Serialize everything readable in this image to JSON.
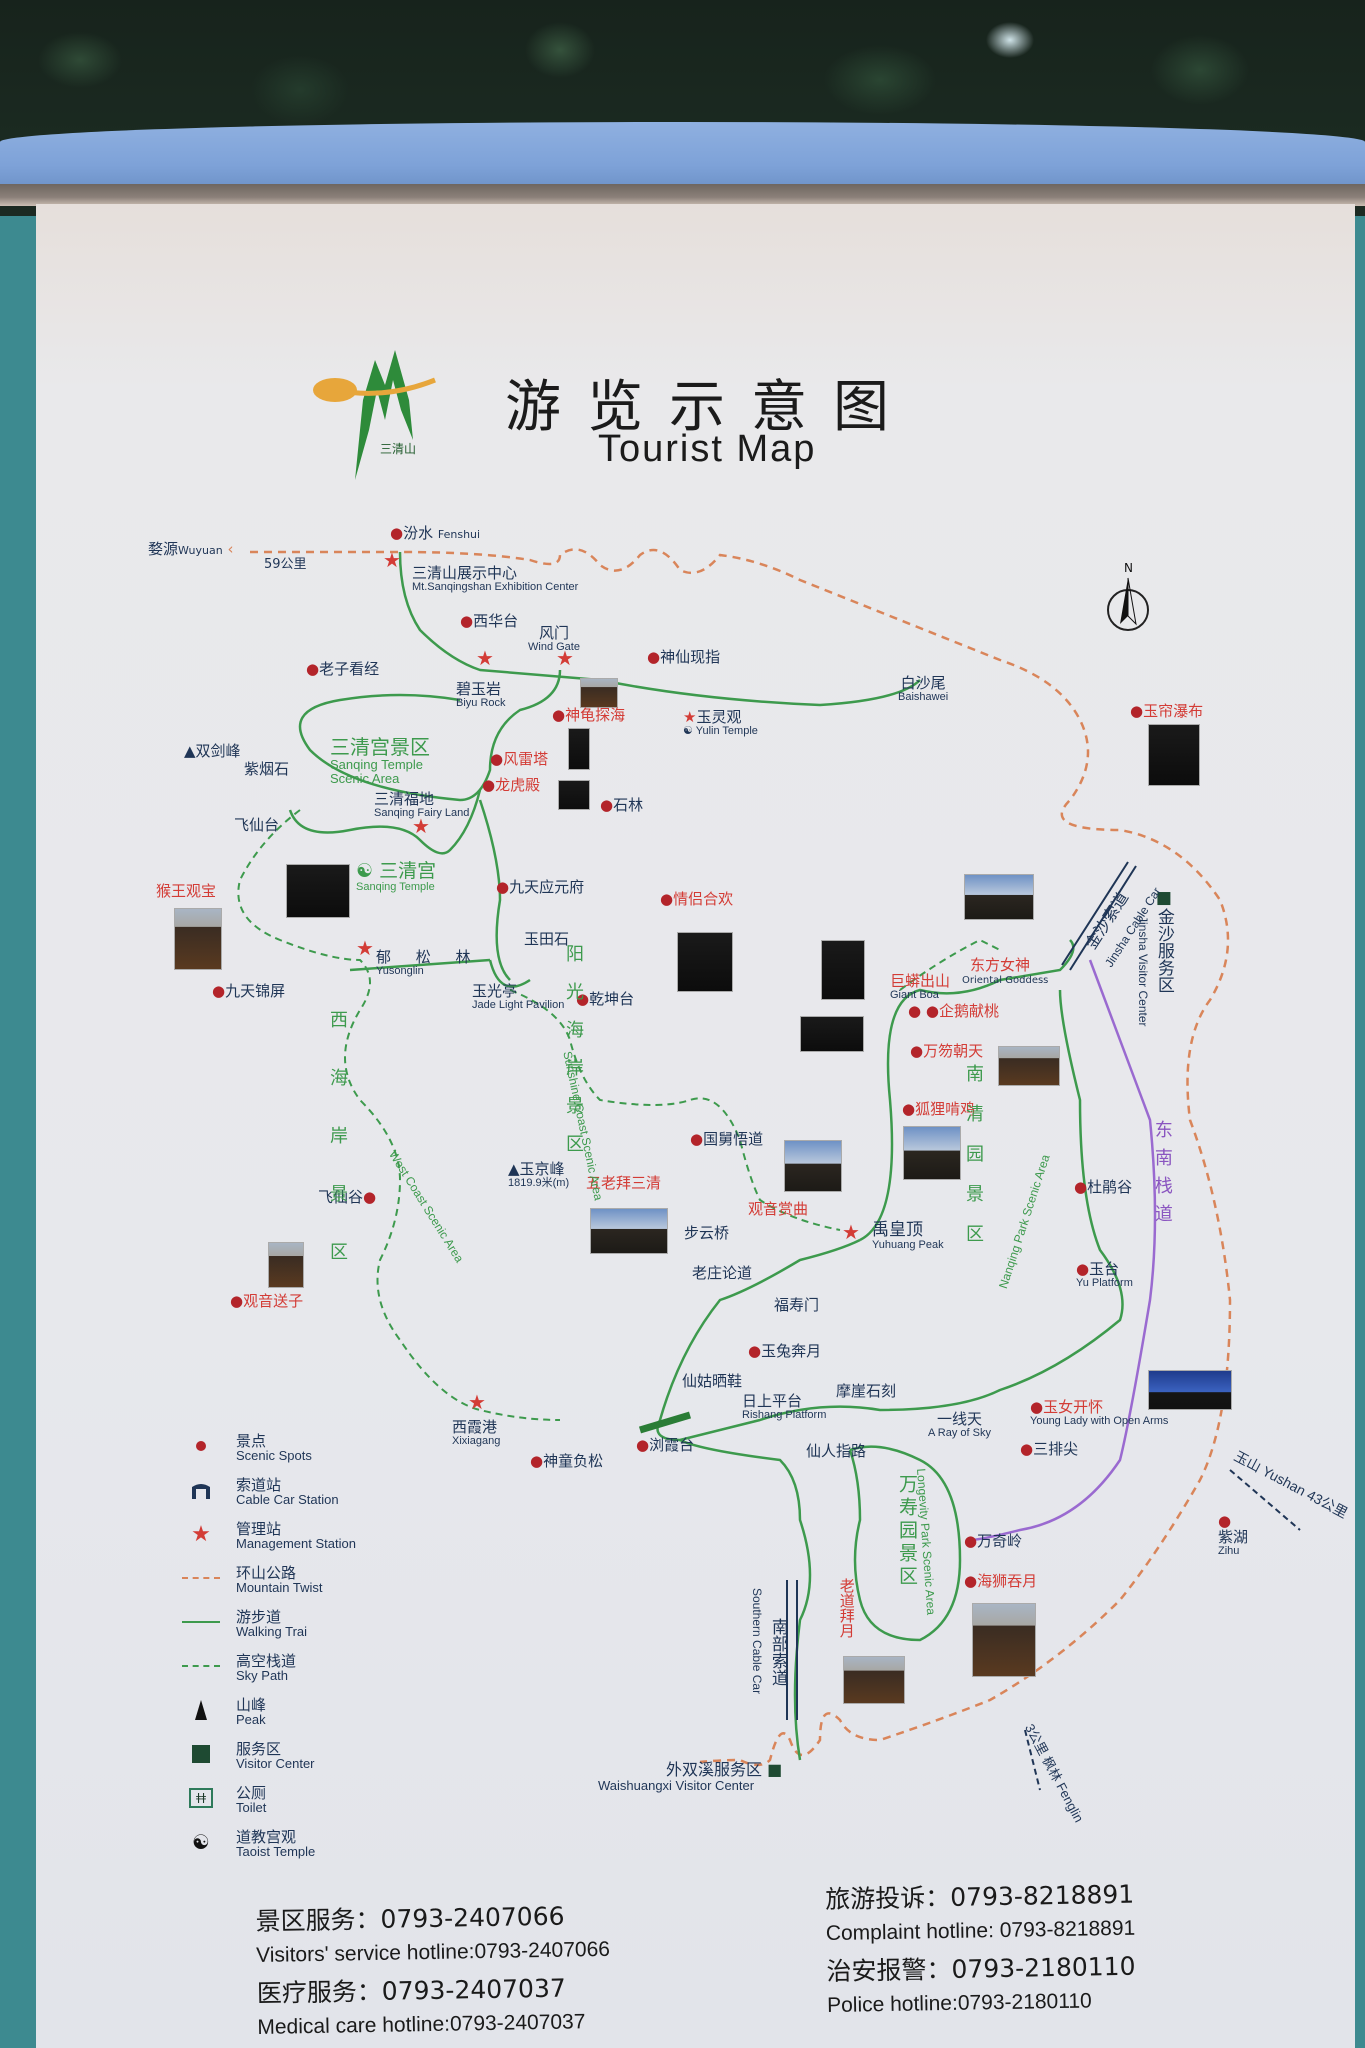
{
  "sign": {
    "title_zh": "游览示意图",
    "title_en": "Tourist Map",
    "logo_text": "三清山",
    "compass_label": "N"
  },
  "colors": {
    "board": "#e8e9ec",
    "frame_blue": "#7ea2d8",
    "teal_side": "#3d8a90",
    "walking_trail": "#3d9a4d",
    "mountain_road": "#d9855a",
    "sky_path": "#3d9a4d",
    "southeast_plank": "#9a6ad0",
    "scenic_red": "#b3242a",
    "text_dark": "#1f3556",
    "text_red": "#d33c36"
  },
  "external_routes": [
    {
      "zh": "婺源",
      "en": "Wuyuan",
      "distance": "59公里"
    },
    {
      "zh": "玉山",
      "en": "Yushan",
      "distance": "43公里"
    },
    {
      "zh": "枫林",
      "en": "Fenglin",
      "distance": "3公里"
    }
  ],
  "places": {
    "fenshui": {
      "zh": "汾水",
      "en": "Fenshui"
    },
    "exhibition": {
      "zh": "三清山展示中心",
      "en": "Mt.Sanqingshan Exhibition Center"
    },
    "xihuatai": {
      "zh": "西华台"
    },
    "windgate": {
      "zh": "风门",
      "en": "Wind Gate"
    },
    "shenxian": {
      "zh": "神仙现指"
    },
    "laozi": {
      "zh": "老子看经"
    },
    "biyu": {
      "zh": "碧玉岩",
      "en": "Biyu Rock"
    },
    "shengui": {
      "zh": "神龟探海"
    },
    "yulin": {
      "zh": "玉灵观",
      "en": "Yulin Temple"
    },
    "baishawei": {
      "zh": "白沙尾",
      "en": "Baishawei"
    },
    "yulian": {
      "zh": "玉帘瀑布"
    },
    "shuangjian": {
      "zh": "双剑峰"
    },
    "ziyan": {
      "zh": "紫烟石"
    },
    "fenglei": {
      "zh": "风雷塔"
    },
    "longhu": {
      "zh": "龙虎殿"
    },
    "shilin": {
      "zh": "石林"
    },
    "feixiantai": {
      "zh": "飞仙台"
    },
    "fairyland": {
      "zh": "三清福地",
      "en": "Sanqing Fairy Land"
    },
    "sanqinggong": {
      "zh": "三清宫",
      "en": "Sanqing Temple"
    },
    "houwang": {
      "zh": "猴王观宝"
    },
    "jiutian_yuanfu": {
      "zh": "九天应元府"
    },
    "qinglv": {
      "zh": "情侣合欢"
    },
    "yutian": {
      "zh": "玉田石"
    },
    "yusonglin": {
      "zh": "郁 松 林",
      "en": "Yusonglin"
    },
    "yuguang": {
      "zh": "玉光亭",
      "en": "Jade Light Pavilion"
    },
    "jiutian_jinping": {
      "zh": "九天锦屏"
    },
    "qiankun": {
      "zh": "乾坤台"
    },
    "dongfang": {
      "zh": "东方女神",
      "en": "Oriental Goddess"
    },
    "jumang": {
      "zh": "巨蟒出山",
      "en": "Giant Boa"
    },
    "qie": {
      "zh": "企鹅献桃"
    },
    "wanhu": {
      "zh": "万笏朝天"
    },
    "huli": {
      "zh": "狐狸啃鸡"
    },
    "guojiu": {
      "zh": "国舅悟道"
    },
    "yujingfeng": {
      "zh": "玉京峰",
      "height": "1819.9米(m)"
    },
    "wulao": {
      "zh": "五老拜三清"
    },
    "feixiangu": {
      "zh": "飞仙谷"
    },
    "guanyin_shangqu": {
      "zh": "观音赏曲"
    },
    "buyun": {
      "zh": "步云桥"
    },
    "yuhuang": {
      "zh": "禹皇顶",
      "en": "Yuhuang Peak"
    },
    "dujuan": {
      "zh": "杜鹃谷"
    },
    "yutai": {
      "zh": "玉台",
      "en": "Yu Platform"
    },
    "guanyin_songzi": {
      "zh": "观音送子"
    },
    "laozhuang": {
      "zh": "老庄论道"
    },
    "fushou": {
      "zh": "福寿门"
    },
    "yutu": {
      "zh": "玉兔奔月"
    },
    "xiangu": {
      "zh": "仙姑晒鞋"
    },
    "rishang": {
      "zh": "日上平台",
      "en": "Rishang Platform"
    },
    "moya": {
      "zh": "摩崖石刻"
    },
    "yixiantian": {
      "zh": "一线天",
      "en": "A Ray of Sky"
    },
    "yunv": {
      "zh": "玉女开怀",
      "en": "Young Lady with Open Arms"
    },
    "sanpai": {
      "zh": "三排尖"
    },
    "xixiagang": {
      "zh": "西霞港",
      "en": "Xixiagang"
    },
    "shentong": {
      "zh": "神童负松"
    },
    "liuxia": {
      "zh": "浏霞台"
    },
    "xianren": {
      "zh": "仙人指路"
    },
    "wanqi": {
      "zh": "万奇岭"
    },
    "haishi": {
      "zh": "海狮吞月"
    },
    "laodao": {
      "zh": "老道拜月"
    },
    "zihu": {
      "zh": "紫湖",
      "en": "Zihu"
    },
    "waishuangxi": {
      "zh": "外双溪服务区",
      "en": "Waishuangxi Visitor Center"
    },
    "jinsha_vc": {
      "zh": "金沙服务区",
      "en": "Jinsha Visitor Center"
    },
    "jinsha_cable": {
      "zh": "金沙索道",
      "en": "Jinsha Cable Car"
    },
    "southern_cable": {
      "zh": "南部索道",
      "en": "Southern Cable Car"
    },
    "southeast_plank": {
      "zh": "东南栈道"
    }
  },
  "scenic_areas": {
    "sanqing": {
      "zh": "三清宫景区",
      "en_1": "Sanqing Temple",
      "en_2": "Scenic Area"
    },
    "sunshine_zh": "阳光海岸景区",
    "sunshine_en": "Sunshine Coast Scenic Area",
    "west_zh": "西海岸景区",
    "west_en": "West Coast Scenic Area",
    "nanqing_zh": "南清园景区",
    "nanqing_en": "Nanqing Park Scenic Area",
    "longevity_zh": "万寿园景区",
    "longevity_en": "Longevity Park Scenic Area"
  },
  "legend": [
    {
      "icon": "scenic-spot-icon",
      "zh": "景点",
      "en": "Scenic Spots"
    },
    {
      "icon": "cable-car-station-icon",
      "zh": "索道站",
      "en": "Cable Car Station"
    },
    {
      "icon": "management-station-icon",
      "zh": "管理站",
      "en": "Management Station"
    },
    {
      "icon": "mountain-road-icon",
      "zh": "环山公路",
      "en": "Mountain Twist"
    },
    {
      "icon": "walking-trail-icon",
      "zh": "游步道",
      "en": "Walking Trai"
    },
    {
      "icon": "sky-path-icon",
      "zh": "高空栈道",
      "en": "Sky Path"
    },
    {
      "icon": "peak-icon",
      "zh": "山峰",
      "en": "Peak"
    },
    {
      "icon": "visitor-center-icon",
      "zh": "服务区",
      "en": "Visitor Center"
    },
    {
      "icon": "toilet-icon",
      "zh": "公厕",
      "en": "Toilet"
    },
    {
      "icon": "taoist-temple-icon",
      "zh": "道教宫观",
      "en": "Taoist Temple"
    }
  ],
  "hotlines": {
    "left": [
      {
        "zh": "景区服务：0793-2407066",
        "en": "Visitors' service hotline:0793-2407066"
      },
      {
        "zh": "医疗服务：0793-2407037",
        "en": "Medical care hotline:0793-2407037"
      }
    ],
    "right": [
      {
        "zh": "旅游投诉：0793-8218891",
        "en": "Complaint hotline:  0793-8218891"
      },
      {
        "zh": "治安报警：0793-2180110",
        "en": "Police hotline:0793-2180110"
      }
    ]
  }
}
